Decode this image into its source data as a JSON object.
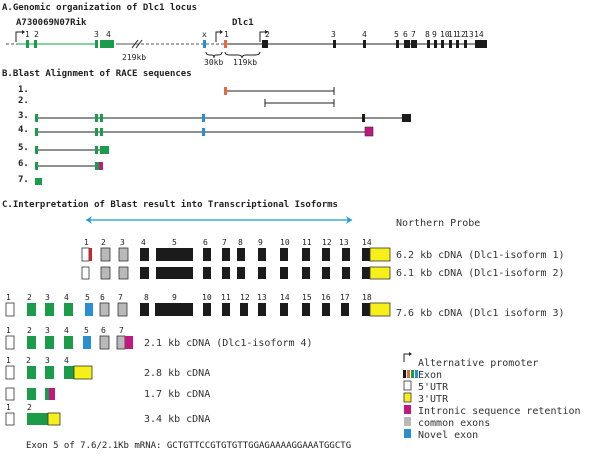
{
  "sections": {
    "a": "A.Genomic organization of Dlc1 locus",
    "b": "B.Blast Alignment of RACE sequences",
    "c": "C.Interpretation of Blast result into Transcriptional Isoforms"
  },
  "genes": {
    "left": "A730069N07Rik",
    "right": "Dlc1"
  },
  "locus": {
    "dist1": "219kb",
    "dist2": "30kb",
    "dist3": "119kb",
    "exon_x": "x",
    "exon_1": "1",
    "rik_exons": [
      "1",
      "2",
      "3",
      "4"
    ],
    "dlc_exons": [
      "2",
      "3",
      "4",
      "5",
      "6",
      "7",
      "8",
      "9",
      "10",
      "11",
      "12",
      "13",
      "14"
    ]
  },
  "race_labels": [
    "1.",
    "2.",
    "3.",
    "4.",
    "5.",
    "6.",
    "7."
  ],
  "probe_label": "Northern Probe",
  "isoforms": {
    "iso1": {
      "numbers": [
        "1",
        "2",
        "3",
        "4",
        "5",
        "6",
        "7",
        "8",
        "9",
        "10",
        "11",
        "12",
        "13",
        "14"
      ],
      "label": "6.2 kb cDNA (Dlc1-isoform 1)"
    },
    "iso2": {
      "label": "6.1 kb cDNA (Dlc1-isoform 2)"
    },
    "iso3": {
      "numbers": [
        "1",
        "2",
        "3",
        "4",
        "5",
        "6",
        "7",
        "8",
        "9",
        "10",
        "11",
        "12",
        "13",
        "14",
        "15",
        "16",
        "17",
        "18"
      ],
      "label": "7.6 kb cDNA (Dlc1 isoform 3)"
    },
    "iso4": {
      "numbers": [
        "1",
        "2",
        "3",
        "4",
        "5",
        "6",
        "7"
      ],
      "label": "2.1 kb cDNA (Dlc1-isoform 4)"
    },
    "r1": {
      "numbers": [
        "1",
        "2",
        "3",
        "4"
      ],
      "label": "2.8 kb cDNA"
    },
    "r2": {
      "label": "1.7 kb cDNA"
    },
    "r3": {
      "numbers": [
        "1",
        "2"
      ],
      "label": "3.4 kb cDNA"
    }
  },
  "legend": [
    {
      "key": "alt",
      "label": "Alternative promoter"
    },
    {
      "key": "exon",
      "label": "Exon"
    },
    {
      "key": "utr5",
      "label": "5'UTR"
    },
    {
      "key": "utr3",
      "label": "3'UTR"
    },
    {
      "key": "intronic",
      "label": "Intronic sequence retention"
    },
    {
      "key": "common",
      "label": "common exons"
    },
    {
      "key": "novel",
      "label": "Novel exon"
    }
  ],
  "sequence_text": "Exon 5 of 7.6/2.1Kb mRNA: GCTGTTCCGTGTGTTGGAGAAAAGGAAATGGCTG",
  "colors": {
    "black": "#1b1b1b",
    "green": "#1a9c4a",
    "blue": "#2a8fd0",
    "orange": "#e86a3a",
    "red": "#c62828",
    "yellow": "#f7ef1a",
    "magenta": "#c0187f",
    "gray": "#b9b9b9",
    "probe": "#1f9bd0",
    "line": "#555555"
  }
}
